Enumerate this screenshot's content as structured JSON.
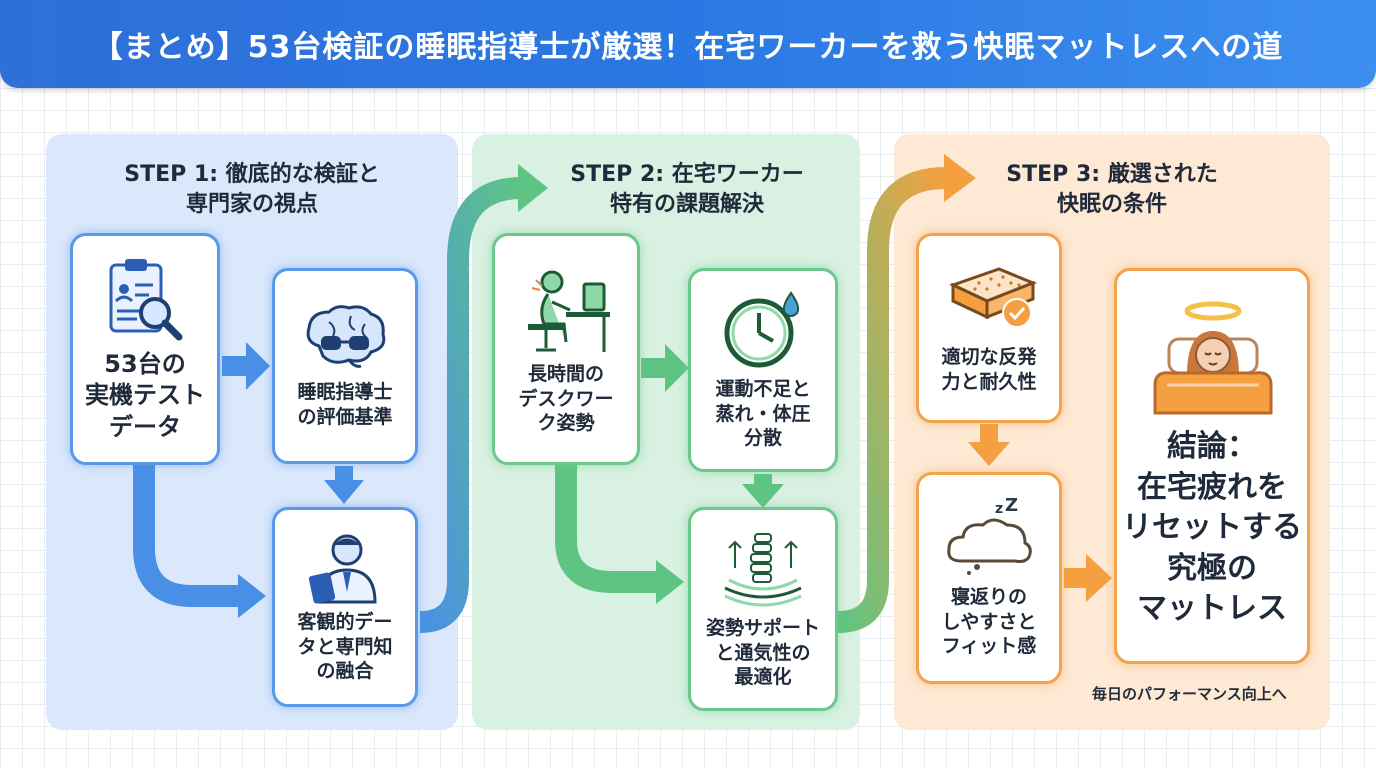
{
  "header": {
    "title": "【まとめ】53台検証の睡眠指導士が厳選！在宅ワーカーを救う快眠マットレスへの道"
  },
  "steps": [
    {
      "title": "STEP 1: 徹底的な検証と\n専門家の視点"
    },
    {
      "title": "STEP 2: 在宅ワーカー\n特有の課題解決"
    },
    {
      "title": "STEP 3: 厳選された\n快眠の条件"
    }
  ],
  "nodes": {
    "test_data": {
      "label": "53台の\n実機テスト\nデータ",
      "icon": "clipboard-search-icon"
    },
    "expert_criteria": {
      "label": "睡眠指導士\nの評価基準",
      "icon": "brain-glasses-icon"
    },
    "fusion": {
      "label": "客観的デー\nタと専門知\nの融合",
      "icon": "doctor-tablet-icon"
    },
    "desk_posture": {
      "label": "長時間の\nデスクワー\nク姿勢",
      "icon": "desk-worker-icon"
    },
    "exercise": {
      "label": "運動不足と\n蒸れ・体圧\n分散",
      "icon": "clock-drop-icon"
    },
    "posture_support": {
      "label": "姿勢サポート\nと通気性の\n最適化",
      "icon": "spine-airflow-icon"
    },
    "firmness": {
      "label": "適切な反発\n力と耐久性",
      "icon": "mattress-check-icon"
    },
    "rollover": {
      "label": "寝返りの\nしやすさと\nフィット感",
      "icon": "cloud-sleep-icon"
    },
    "conclusion": {
      "label": "結論：\n在宅疲れを\nリセットする\n究極の\nマットレス",
      "icon": "sleeping-person-icon"
    }
  },
  "footnote": "毎日のパフォーマンス向上へ",
  "colors": {
    "blue": "#4a8fe6",
    "green": "#5fc483",
    "orange": "#f5a040",
    "title_bg": "#2f6fd8"
  }
}
